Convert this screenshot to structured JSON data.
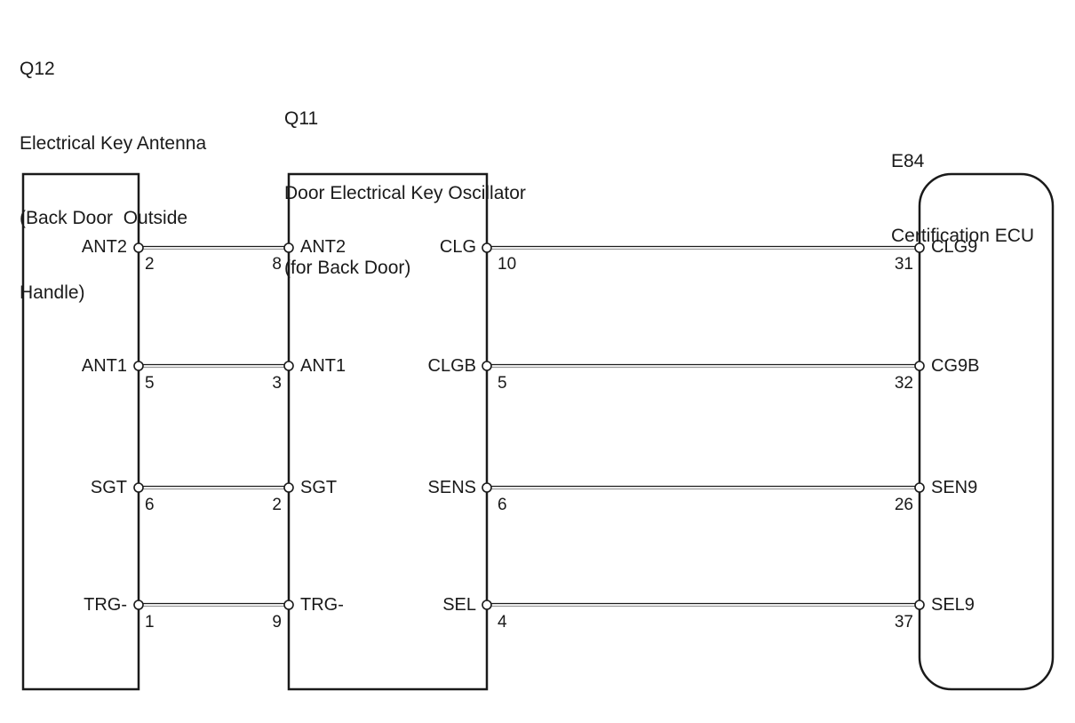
{
  "components": {
    "q12": {
      "code": "Q12",
      "name_lines": [
        "Electrical Key Antenna",
        "(Back Door  Outside",
        "Handle)"
      ],
      "pins": [
        {
          "label": "ANT2",
          "number": "2"
        },
        {
          "label": "ANT1",
          "number": "5"
        },
        {
          "label": "SGT",
          "number": "6"
        },
        {
          "label": "TRG-",
          "number": "1"
        }
      ]
    },
    "q11": {
      "code": "Q11",
      "name_lines": [
        "Door Electrical Key Oscillator",
        "(for Back Door)"
      ],
      "left_pins": [
        {
          "label": "ANT2",
          "number": "8"
        },
        {
          "label": "ANT1",
          "number": "3"
        },
        {
          "label": "SGT",
          "number": "2"
        },
        {
          "label": "TRG-",
          "number": "9"
        }
      ],
      "right_pins": [
        {
          "label": "CLG",
          "number": "10"
        },
        {
          "label": "CLGB",
          "number": "5"
        },
        {
          "label": "SENS",
          "number": "6"
        },
        {
          "label": "SEL",
          "number": "4"
        }
      ]
    },
    "e84": {
      "code": "E84",
      "name_lines": [
        "Certification ECU"
      ],
      "pins": [
        {
          "label": "CLG9",
          "number": "31"
        },
        {
          "label": "CG9B",
          "number": "32"
        },
        {
          "label": "SEN9",
          "number": "26"
        },
        {
          "label": "SEL9",
          "number": "37"
        }
      ]
    }
  },
  "colors": {
    "line": "#1a1a1a",
    "wire": "#9a9a9a",
    "background": "#ffffff"
  }
}
